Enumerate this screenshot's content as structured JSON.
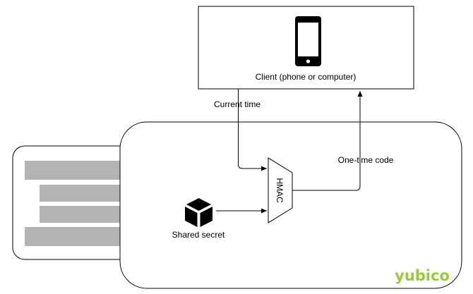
{
  "client": {
    "label": "Client (phone or computer)",
    "icon": "smartphone-icon"
  },
  "usb_key": {
    "hmac_label": "HMAC",
    "secret_label": "Shared secret",
    "secret_icon": "cube-icon",
    "brand": "yubico"
  },
  "flows": {
    "current_time_label": "Current time",
    "one_time_code_label": "One-time code"
  },
  "colors": {
    "brand": "#9aca3c",
    "connector_stripes": "#b3b3b3",
    "stroke": "#000000"
  }
}
